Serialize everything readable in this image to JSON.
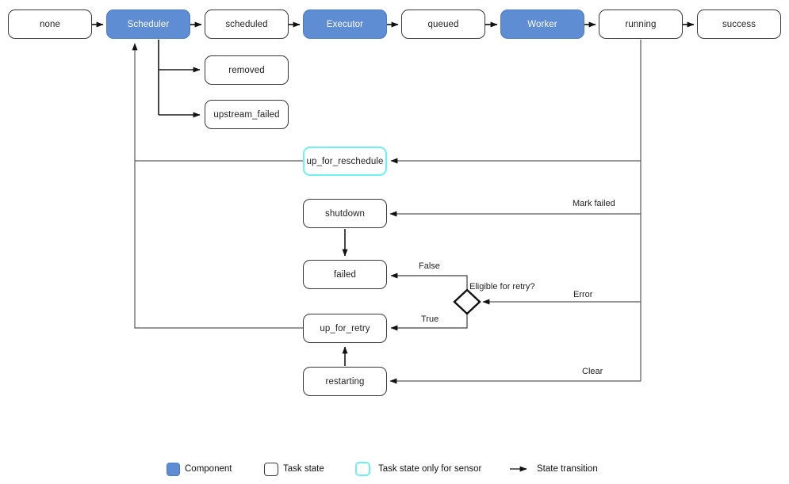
{
  "diagram_name": "task-lifecycle-state-diagram",
  "colors": {
    "component_fill": "#5F8DD3",
    "component_border": "#4A7BC4",
    "component_text": "#FDFDFF",
    "task_border": "#383838",
    "sensor_border": "#6FEFF2",
    "trunk_line": "#595959",
    "flow_line": "#1A1A1A",
    "background": "#FFFFFF"
  },
  "nodes": {
    "none": {
      "label": "none",
      "type": "task"
    },
    "scheduler": {
      "label": "Scheduler",
      "type": "component"
    },
    "scheduled": {
      "label": "scheduled",
      "type": "task"
    },
    "executor": {
      "label": "Executor",
      "type": "component"
    },
    "queued": {
      "label": "queued",
      "type": "task"
    },
    "worker": {
      "label": "Worker",
      "type": "component"
    },
    "running": {
      "label": "running",
      "type": "task"
    },
    "success": {
      "label": "success",
      "type": "task"
    },
    "removed": {
      "label": "removed",
      "type": "task"
    },
    "upstream_failed": {
      "label": "upstream_failed",
      "type": "task"
    },
    "up_for_reschedule": {
      "label": "up_for_reschedule",
      "type": "sensor"
    },
    "shutdown": {
      "label": "shutdown",
      "type": "task"
    },
    "failed": {
      "label": "failed",
      "type": "task"
    },
    "up_for_retry": {
      "label": "up_for_retry",
      "type": "task"
    },
    "restarting": {
      "label": "restarting",
      "type": "task"
    }
  },
  "decision": {
    "label": "Eligible for retry?",
    "true_label": "True",
    "false_label": "False"
  },
  "edge_labels": {
    "mark_failed": "Mark failed",
    "error": "Error",
    "clear": "Clear"
  },
  "legend": {
    "component": "Component",
    "task_state": "Task state",
    "sensor": "Task state only for sensor",
    "transition": "State transition"
  }
}
